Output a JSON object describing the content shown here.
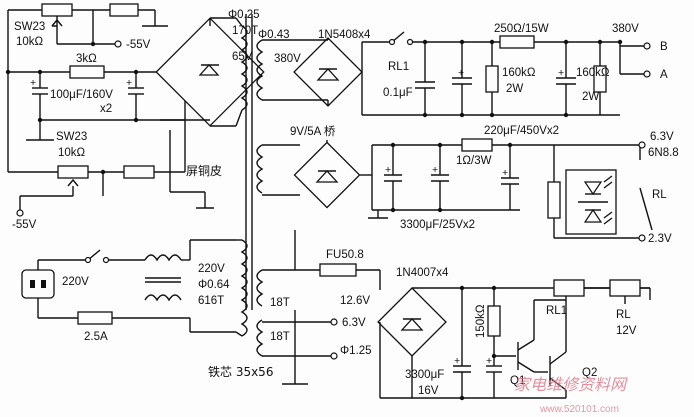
{
  "labels": {
    "sw23_top": "SW23",
    "r_10k_top": "10kΩ",
    "neg55_top": "-55V",
    "r_3k": "3kΩ",
    "cap_100u": "100μF/160V",
    "x2": "x2",
    "sw23_bot": "SW23",
    "r_10k_bot": "10kΩ",
    "neg55_bot": "-55V",
    "wire_025": "Φ0.25",
    "turns_170": "170T",
    "v65": "65V",
    "shield": "屏铜皮",
    "wire_043": "Φ0.43",
    "v380_sec": "380V",
    "diodes_5408": "1N5408x4",
    "rl1_top": "RL1",
    "cap_01u": "0.1μF",
    "r_250": "250Ω/15W",
    "r_160k_a": "160kΩ",
    "w2_a": "2W",
    "r_160k_b": "160kΩ",
    "w2_b": "2W",
    "v380_out": "380V",
    "term_b": "B",
    "term_a": "A",
    "cap_220u": "220μF/450Vx2",
    "bridge_9v": "9V/5A 桥",
    "r_1ohm": "1Ω/3W",
    "cap_3300_x2": "3300μF/25Vx2",
    "v63": "6.3V",
    "tube": "6N8.8",
    "rl_right": "RL",
    "v23": "2.3V",
    "mains": "220V",
    "fuse": "2.5A",
    "v220_pri": "220V",
    "wire_064": "Φ0.64",
    "turns_616": "616T",
    "fuse_fu": "FU50.8",
    "t18_a": "18T",
    "t18_b": "18T",
    "v126": "12.6V",
    "v63_b": "6.3V",
    "wire_125": "Φ1.25",
    "core": "铁芯 35x56",
    "diodes_4007": "1N4007x4",
    "r_150k": "150kΩ",
    "rl1_bot": "RL1",
    "rl_bot": "RL",
    "v12": "12V",
    "q1": "Q1",
    "q2": "Q2",
    "cap_3300_16v": "3300μF",
    "v16": "16V",
    "watermark": "家电维修资料网",
    "watermark_url": "www.520101.com"
  }
}
